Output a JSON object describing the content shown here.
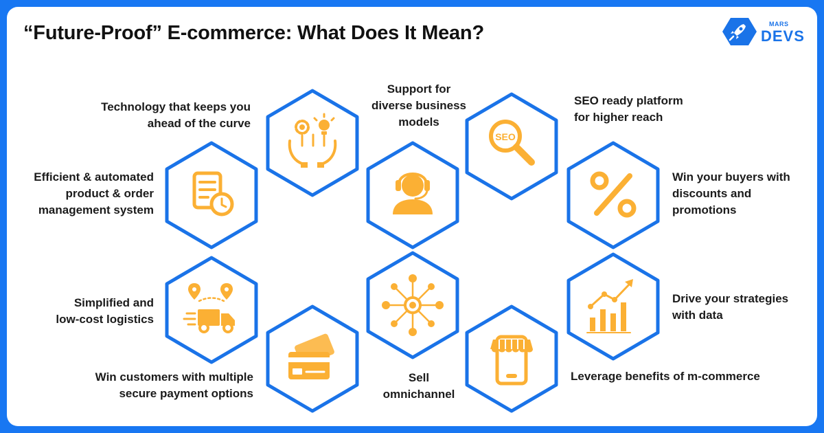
{
  "title": "“Future-Proof” E-commerce: What Does It Mean?",
  "logo": {
    "small": "MARS",
    "big": "DEVS"
  },
  "colors": {
    "frame": "#1877f2",
    "hexagon_outline": "#1a73e8",
    "icon": "#fbb034",
    "text": "#1b1b1b"
  },
  "items": [
    {
      "icon": "gear-bulb-hands-icon",
      "lines": [
        "Technology that keeps you",
        "ahead of the curve"
      ]
    },
    {
      "icon": "headset-agent-icon",
      "lines": [
        "Support for",
        "diverse business",
        "models"
      ]
    },
    {
      "icon": "seo-magnifier-icon",
      "lines": [
        "SEO ready platform",
        "for higher reach"
      ]
    },
    {
      "icon": "document-clock-icon",
      "lines": [
        "Efficient & automated",
        "product & order",
        "management system"
      ]
    },
    {
      "icon": "percent-icon",
      "lines": [
        "Win your buyers with",
        "discounts and",
        "promotions"
      ]
    },
    {
      "icon": "delivery-truck-icon",
      "lines": [
        "Simplified and",
        "low-cost logistics"
      ]
    },
    {
      "icon": "network-hub-icon",
      "lines": [
        "Sell",
        "omnichannel"
      ]
    },
    {
      "icon": "bar-chart-trend-icon",
      "lines": [
        "Drive your strategies",
        "with data"
      ]
    },
    {
      "icon": "credit-cards-icon",
      "lines": [
        "Win customers with multiple",
        "secure payment options"
      ]
    },
    {
      "icon": "mobile-shop-icon",
      "lines": [
        "Leverage benefits of m-commerce"
      ]
    }
  ]
}
